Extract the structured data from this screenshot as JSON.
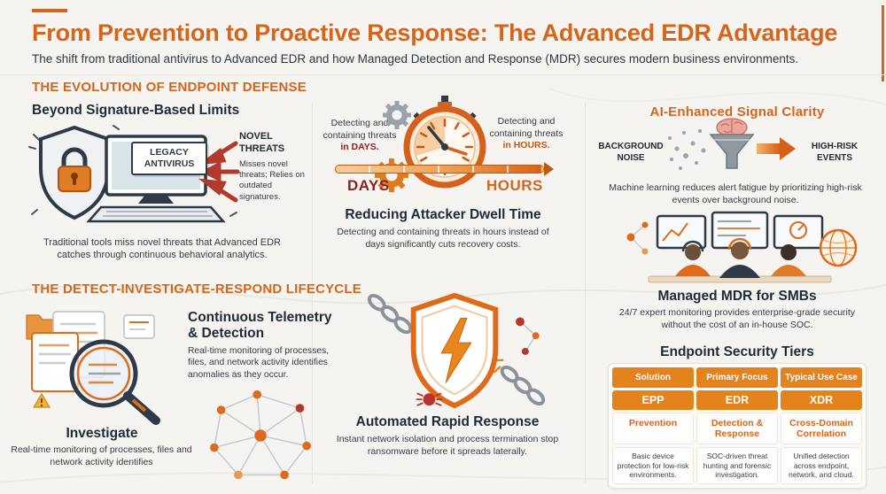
{
  "colors": {
    "orange": "#D5651A",
    "orange_table": "#E4821B",
    "dark_navy": "#1F2A36",
    "dark_red": "#8E1F1F",
    "threat_red": "#B03A2E",
    "background": "#F5F4F1"
  },
  "icons": {
    "shield-lock-icon": "shield with padlock shape",
    "legacy-computer-icon": "desktop computer with keyboard",
    "threat-arrows-icon": "red attack arrows",
    "stopwatch-icon": "orange stopwatch with gears",
    "funnel-brain-icon": "ai brain over filtering funnel",
    "arrow-right-icon": "orange flow arrow",
    "soc-team-icon": "analysts at monitors with globe",
    "magnifier-icon": "magnifying glass over telemetry documents",
    "network-graph-icon": "connected orange nodes",
    "response-shield-icon": "shield with lightning bolt, broken chains and bug"
  },
  "header": {
    "title": "From Prevention to Proactive Response: The Advanced EDR Advantage",
    "subtitle": "The shift from traditional antivirus to Advanced EDR and how Managed Detection and Response (MDR) secures modern business environments."
  },
  "evolution": {
    "section_title": "THE EVOLUTION OF ENDPOINT DEFENSE",
    "signature_limits": {
      "title": "Beyond Signature-Based Limits",
      "legacy_label_line1": "LEGACY",
      "legacy_label_line2": "ANTIVIRUS",
      "threat_title": "NOVEL THREATS",
      "threat_text": "Misses novel threats; Relies on outdated signatures.",
      "caption": "Traditional tools miss novel threats that Advanced EDR catches through continuous behavioral analytics."
    },
    "dwell_time": {
      "days_note_lead": "Detecting and containing threats",
      "days_note_em": "in DAYS.",
      "hours_note_lead": "Detecting and containing threats",
      "hours_note_em": "in HOURS.",
      "days_label": "DAYS",
      "hours_label": "HOURS",
      "title": "Reducing Attacker Dwell Time",
      "text": "Detecting and containing threats in hours instead of days significantly cuts recovery costs."
    }
  },
  "ai_clarity": {
    "title": "AI-Enhanced Signal Clarity",
    "input_label": "BACKGROUND NOISE",
    "output_label": "HIGH-RISK EVENTS",
    "text": "Machine learning reduces alert fatigue by prioritizing high-risk events over background noise."
  },
  "mdr": {
    "title": "Managed MDR for SMBs",
    "text": "24/7 expert monitoring provides enterprise-grade security without the cost of an in-house SOC."
  },
  "lifecycle": {
    "section_title": "THE DETECT-INVESTIGATE-RESPOND LIFECYCLE",
    "telemetry": {
      "title": "Continuous Telemetry & Detection",
      "text": "Real-time monitoring of processes, files, and network activity identifies anomalies as they occur."
    },
    "investigate": {
      "title": "Investigate",
      "text": "Real-time monitoring of processes, files and network activity identifies"
    },
    "response": {
      "title": "Automated Rapid Response",
      "text": "Instant network isolation and process termination stop ransomware before it spreads laterally."
    }
  },
  "tiers": {
    "title": "Endpoint Security Tiers",
    "headers": [
      "Solution",
      "Primary Focus",
      "Typical Use Case"
    ],
    "solutions": [
      "EPP",
      "EDR",
      "XDR"
    ],
    "focus": [
      "Prevention",
      "Detection & Response",
      "Cross-Domain Correlation"
    ],
    "use_cases": [
      "Basic device protection for low-risk environments.",
      "SOC-driven threat hunting and forensic investigation.",
      "Unified detection across endpoint, network, and cloud."
    ]
  }
}
